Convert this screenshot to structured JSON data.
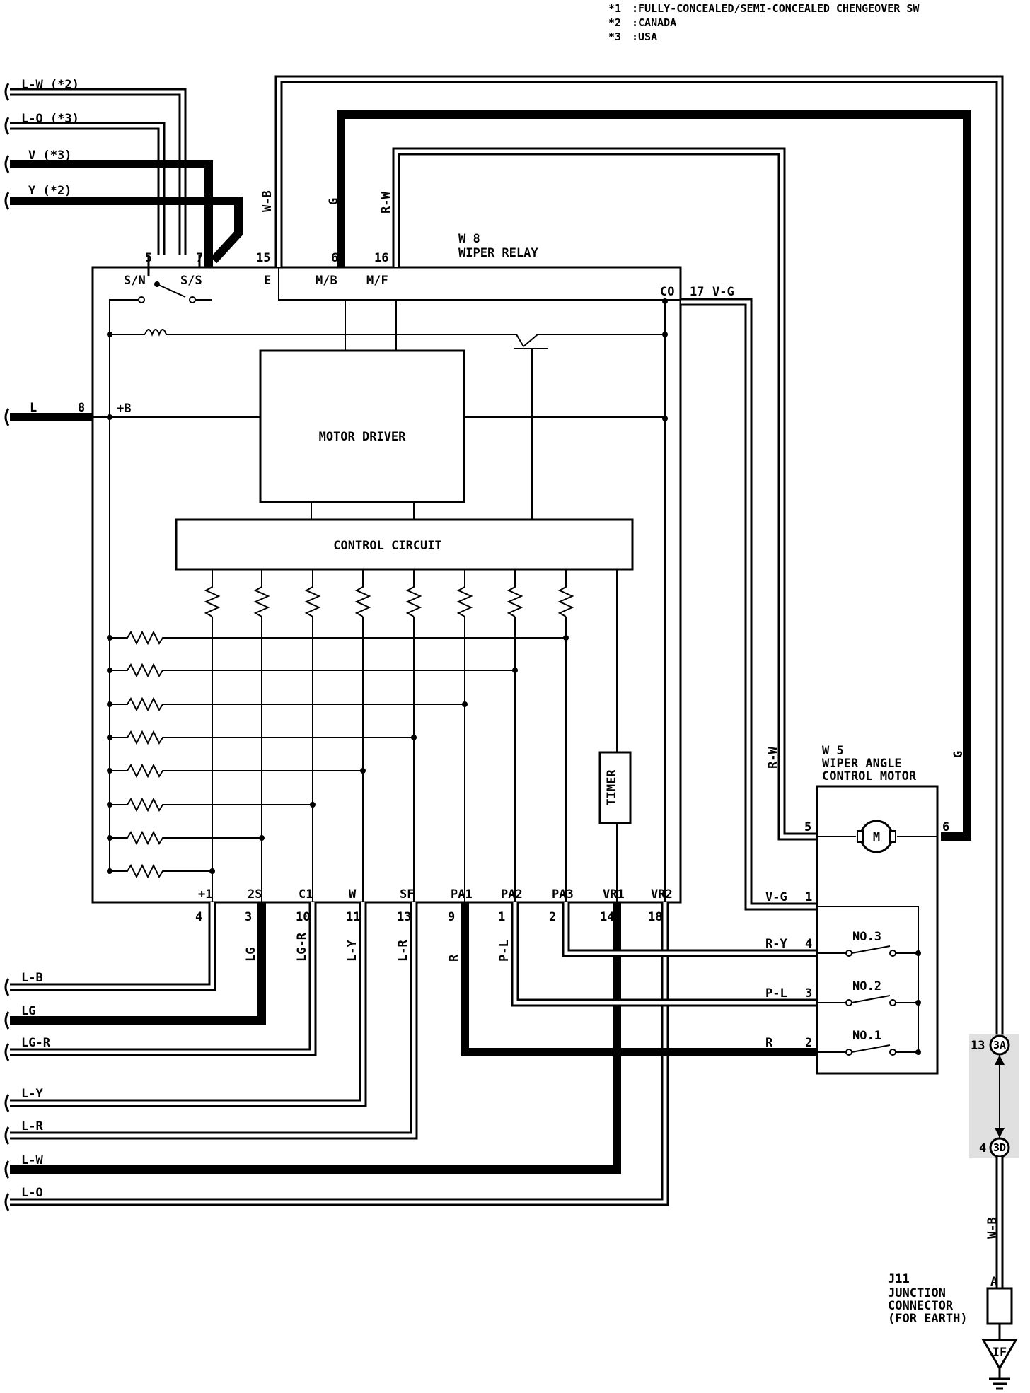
{
  "notes": [
    {
      "mark": "*1",
      "text": ":FULLY-CONCEALED/SEMI-CONCEALED CHENGEOVER SW"
    },
    {
      "mark": "*2",
      "text": ":CANADA"
    },
    {
      "mark": "*3",
      "text": ":USA"
    }
  ],
  "relay": {
    "id": "W 8",
    "name": "WIPER RELAY"
  },
  "motor": {
    "id": "W 5",
    "name_line1": "WIPER ANGLE",
    "name_line2": "CONTROL MOTOR",
    "symbol": "M"
  },
  "blocks": {
    "motor_driver": "MOTOR DRIVER",
    "control_circuit": "CONTROL CIRCUIT",
    "timer": "TIMER"
  },
  "switch_labels": {
    "sn": "S/N",
    "ss": "S/S",
    "e": "E",
    "mb": "M/B",
    "mf": "M/F",
    "co": "CO",
    "plus_b": "+B"
  },
  "top_pins": [
    "5",
    "7",
    "15",
    "6",
    "16"
  ],
  "co_pin": "17",
  "plusb_pin": "8",
  "left_inputs": [
    {
      "wire": "L-W (*2)"
    },
    {
      "wire": "L-O (*3)"
    },
    {
      "wire": "V  (*3)"
    },
    {
      "wire": "Y  (*2)"
    }
  ],
  "vertical_wire_labels": {
    "wb": "W-B",
    "g": "G",
    "rw": "R-W",
    "rw2": "R-W",
    "g2": "G",
    "vg": "V-G",
    "wb2": "W-B"
  },
  "l_input": {
    "wire": "L"
  },
  "bottom_terminals": [
    {
      "name": "+1",
      "pin": "4",
      "wire": "L-B"
    },
    {
      "name": "2S",
      "pin": "3",
      "wire": "LG"
    },
    {
      "name": "C1",
      "pin": "10",
      "wire": "LG-R"
    },
    {
      "name": "W",
      "pin": "11",
      "wire": "L-Y"
    },
    {
      "name": "SF",
      "pin": "13",
      "wire": "L-R"
    },
    {
      "name": "PA1",
      "pin": "9",
      "wire": "R"
    },
    {
      "name": "PA2",
      "pin": "1",
      "wire": "P-L"
    },
    {
      "name": "PA3",
      "pin": "2"
    },
    {
      "name": "VR1",
      "pin": "14",
      "wire": "L-W"
    },
    {
      "name": "VR2",
      "pin": "18",
      "wire": "L-O"
    }
  ],
  "motor_pins": {
    "left": "5",
    "right": "6"
  },
  "motor_switches": [
    {
      "wire": "V-G",
      "pin": "1"
    },
    {
      "wire": "R-Y",
      "pin": "4",
      "name": "NO.3"
    },
    {
      "wire": "P-L",
      "pin": "3",
      "name": "NO.2"
    },
    {
      "wire": "R",
      "pin": "2",
      "name": "NO.1"
    }
  ],
  "connector": {
    "top_pin": "13",
    "top_id": "3A",
    "bottom_pin": "4",
    "bottom_id": "3D",
    "pin_a": "A"
  },
  "junction": {
    "id": "J11",
    "line1": "JUNCTION",
    "line2": "CONNECTOR",
    "line3": "(FOR EARTH)"
  },
  "earth": {
    "id": "IF"
  }
}
